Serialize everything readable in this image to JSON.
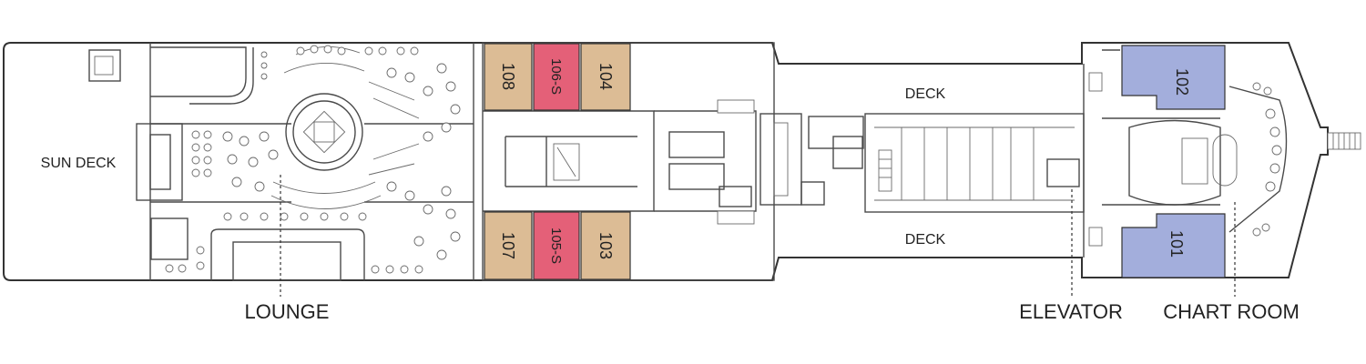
{
  "colors": {
    "cabin_standard": "#dcbc95",
    "cabin_suite": "#e46078",
    "cabin_upper": "#a3aedc",
    "outline": "#333333"
  },
  "labels": {
    "sun_deck": "SUN DECK",
    "deck_upper": "DECK",
    "deck_lower": "DECK",
    "lounge": "LOUNGE",
    "elevator": "ELEVATOR",
    "chart_room": "CHART ROOM"
  },
  "cabins": [
    {
      "number": "108",
      "type": "standard"
    },
    {
      "number": "106-S",
      "type": "suite"
    },
    {
      "number": "104",
      "type": "standard"
    },
    {
      "number": "107",
      "type": "standard"
    },
    {
      "number": "105-S",
      "type": "suite"
    },
    {
      "number": "103",
      "type": "standard"
    },
    {
      "number": "102",
      "type": "upper"
    },
    {
      "number": "101",
      "type": "upper"
    }
  ]
}
